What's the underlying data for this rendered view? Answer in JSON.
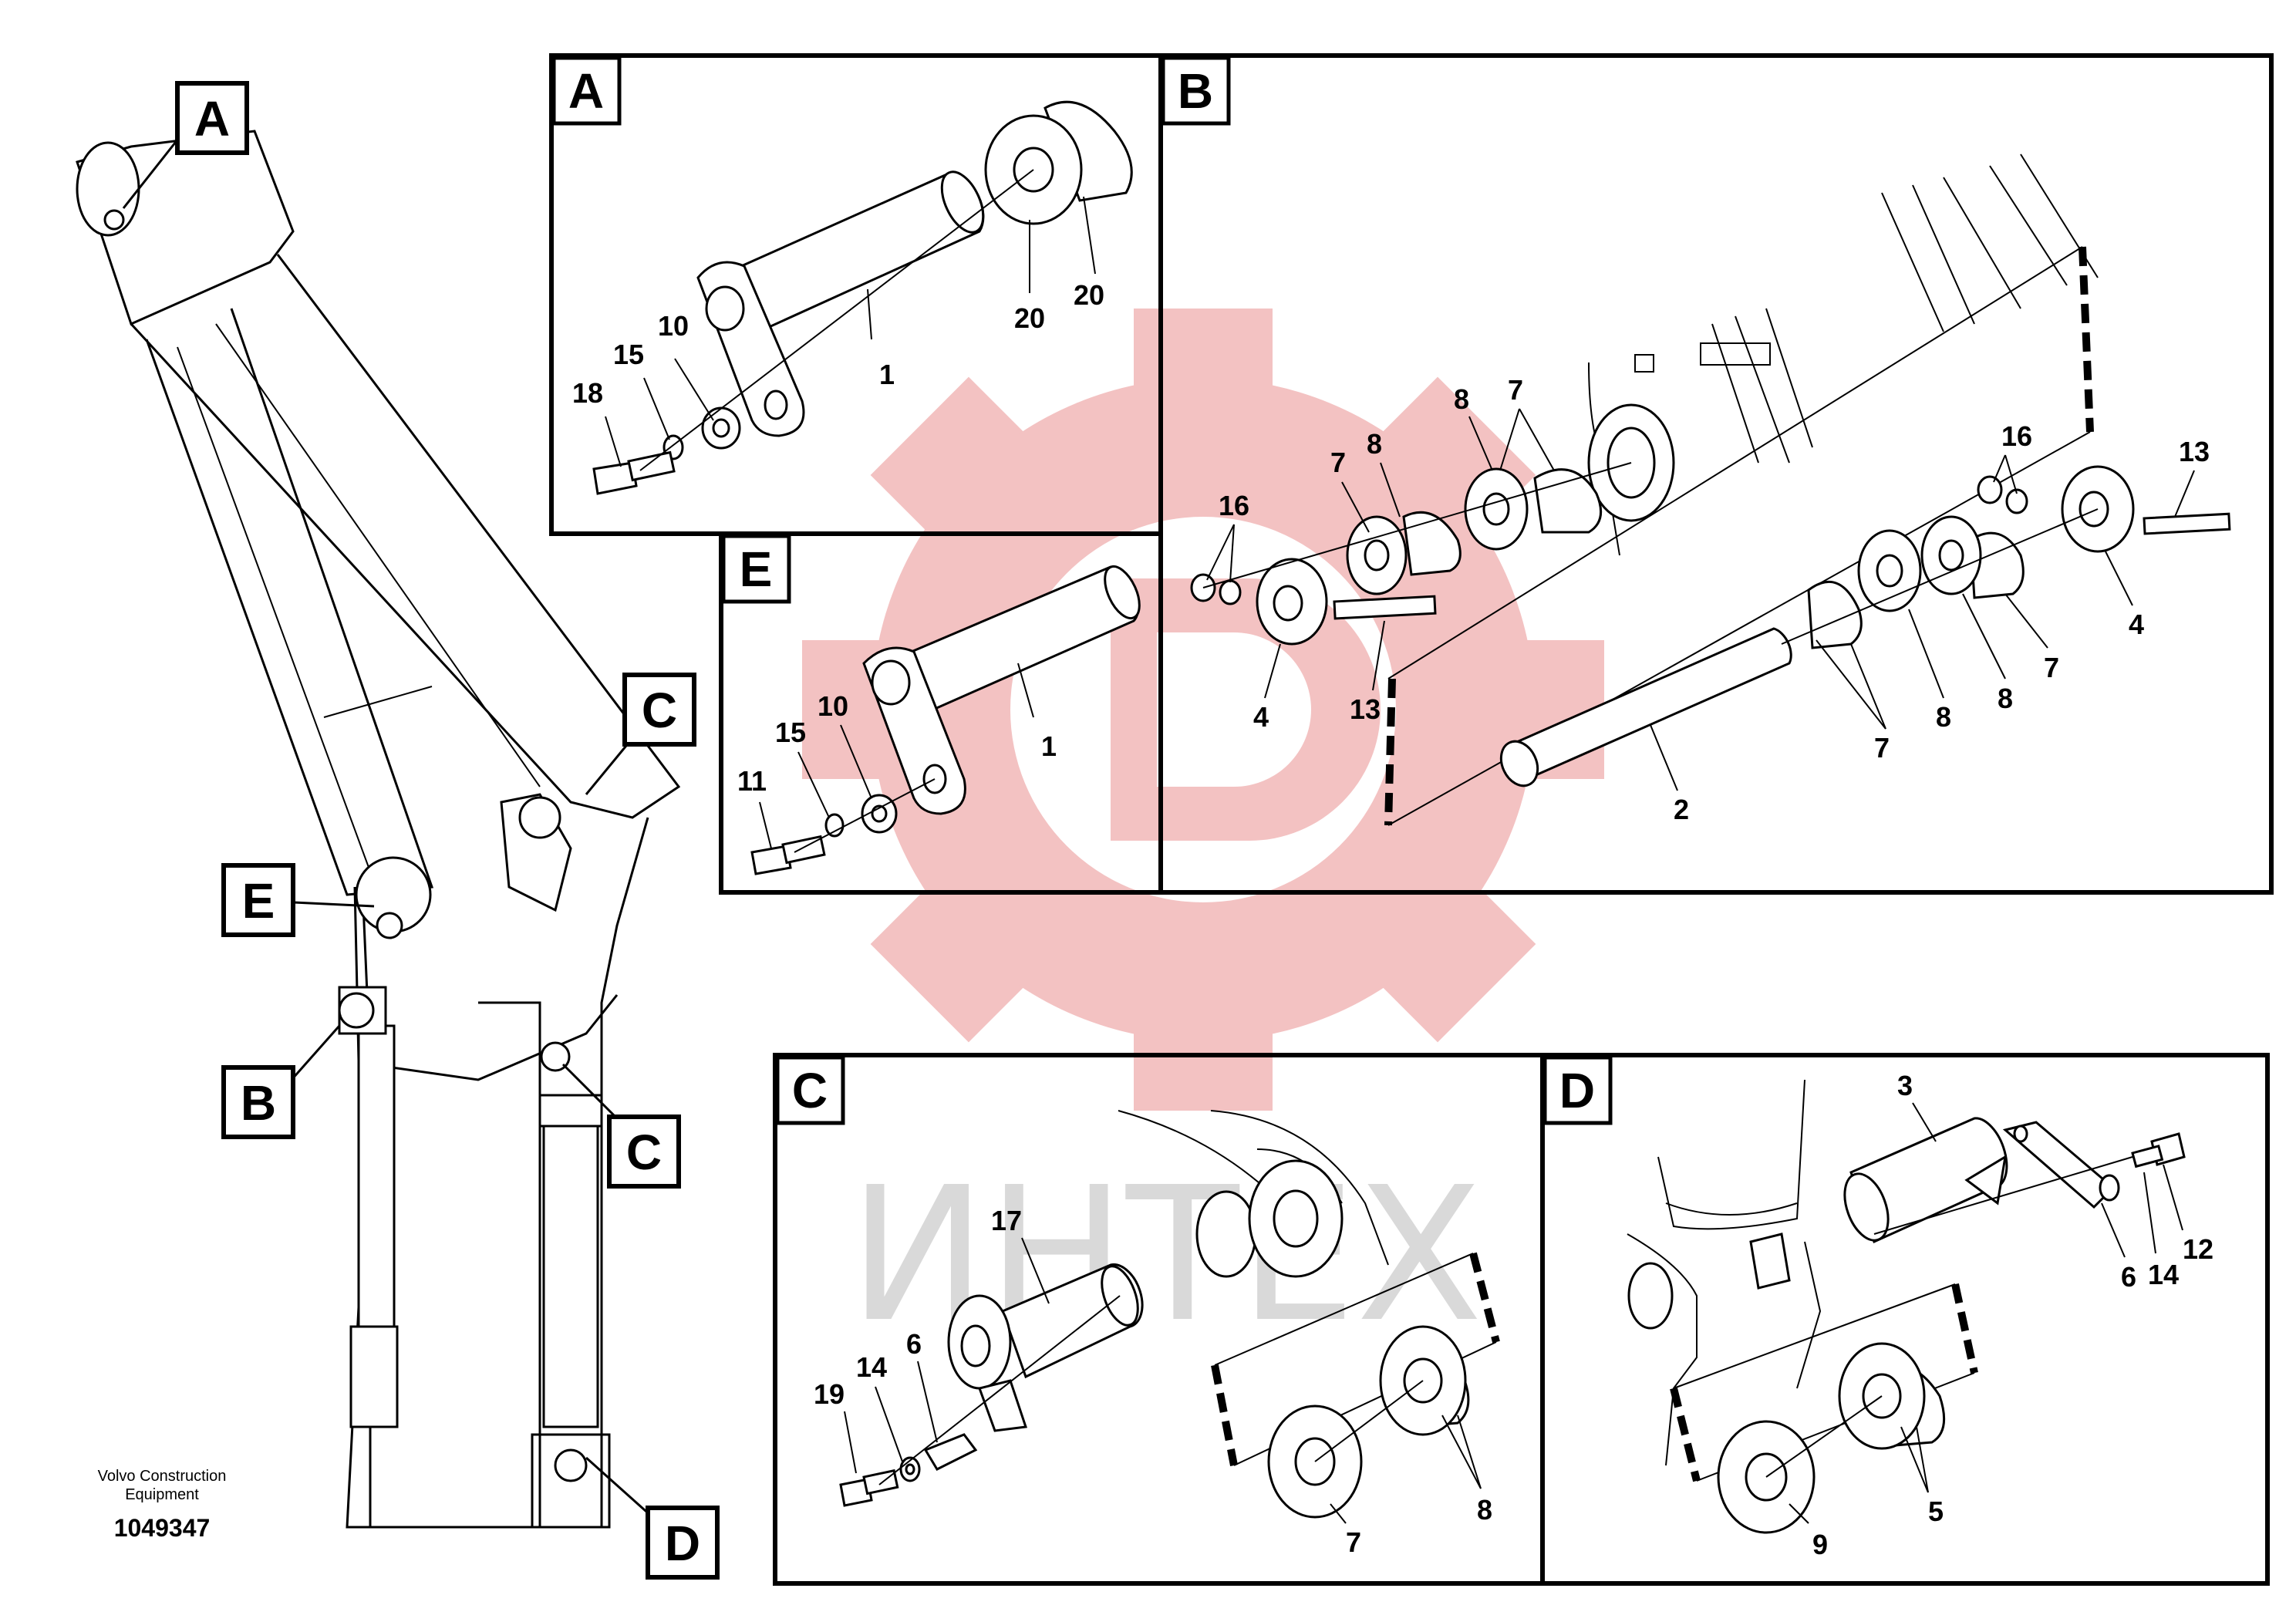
{
  "watermark": {
    "text": "ИНТЕХ",
    "gear_color": "#f2bcbc",
    "text_color": "#d9d9d9"
  },
  "footer": {
    "maker_line1": "Volvo Construction",
    "maker_line2": "Equipment",
    "doc_id": "1049347"
  },
  "callouts": {
    "A": "A",
    "B": "B",
    "C_upper": "C",
    "C_lower": "C",
    "D": "D",
    "E": "E"
  },
  "panels": {
    "A": {
      "letter": "A",
      "labels": {
        "p1": "1",
        "p10": "10",
        "p15": "15",
        "p18": "18",
        "p20a": "20",
        "p20b": "20"
      }
    },
    "B": {
      "letter": "B",
      "labels": {
        "p16l": "16",
        "p7l": "7",
        "p8l": "8",
        "p8m": "8",
        "p7m": "7",
        "p4l": "4",
        "p13l": "13",
        "p2": "2",
        "p7b": "7",
        "p8b": "8",
        "p16r": "16",
        "p13r": "13",
        "p8r": "8",
        "p7r": "7",
        "p4r": "4"
      }
    },
    "E": {
      "letter": "E",
      "labels": {
        "p1": "1",
        "p10": "10",
        "p15": "15",
        "p11": "11"
      }
    },
    "C": {
      "letter": "C",
      "labels": {
        "p17": "17",
        "p19": "19",
        "p14": "14",
        "p6": "6",
        "p7": "7",
        "p8": "8"
      }
    },
    "D": {
      "letter": "D",
      "labels": {
        "p3": "3",
        "p12": "12",
        "p14": "14",
        "p6": "6",
        "p9": "9",
        "p5": "5"
      }
    }
  }
}
